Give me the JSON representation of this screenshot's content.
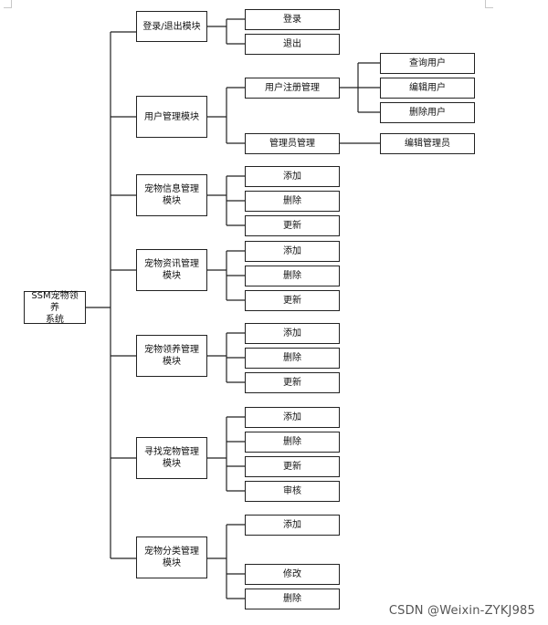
{
  "diagram": {
    "root": "SSM宠物领养\n系统",
    "modules": [
      {
        "label": "登录/退出模块",
        "children": [
          "登录",
          "退出"
        ]
      },
      {
        "label": "用户管理模块",
        "children": [
          "用户注册管理",
          "管理员管理"
        ]
      },
      {
        "label": "宠物信息管理\n模块",
        "children": [
          "添加",
          "删除",
          "更新"
        ]
      },
      {
        "label": "宠物资讯管理\n模块",
        "children": [
          "添加",
          "删除",
          "更新"
        ]
      },
      {
        "label": "宠物领养管理\n模块",
        "children": [
          "添加",
          "删除",
          "更新"
        ]
      },
      {
        "label": "寻找宠物管理\n模块",
        "children": [
          "添加",
          "删除",
          "更新",
          "审核"
        ]
      },
      {
        "label": "宠物分类管理\n模块",
        "children": [
          "添加",
          "修改",
          "删除"
        ]
      }
    ],
    "sub_children": {
      "user_register": [
        "查询用户",
        "编辑用户",
        "删除用户"
      ],
      "admin": [
        "编辑管理员"
      ]
    }
  },
  "watermark": "CSDN @Weixin-ZYKJ985"
}
